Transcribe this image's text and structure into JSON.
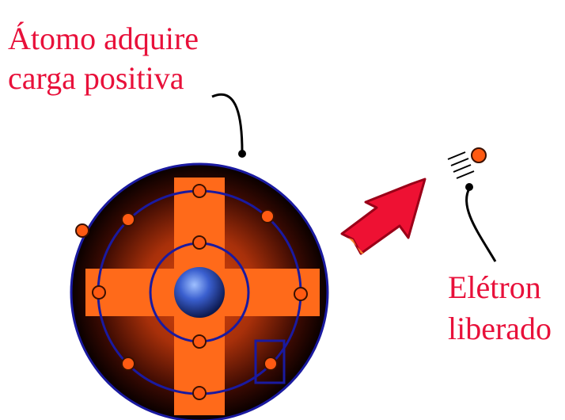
{
  "labels": {
    "atom_line1": "Átomo adquire",
    "atom_line2": "carga positiva",
    "electron_line1": "Elétron",
    "electron_line2": "liberado"
  },
  "colors": {
    "label_text": "#e8103a",
    "plus_sign": "#ff6a1a",
    "orbit": "#1a1aa0",
    "electron": "#ff5a12",
    "nucleus": "#3a5fcf",
    "arrow": "#ee1133",
    "atom_glow_center": "#c8420a",
    "atom_glow_edge": "#050000"
  },
  "icons": {
    "atom": "atom-icon",
    "nucleus": "nucleus-icon",
    "plus": "plus-sign-icon",
    "arrow": "arrow-icon",
    "electron": "electron-icon",
    "vacancy_marker": "vacancy-box-icon"
  }
}
